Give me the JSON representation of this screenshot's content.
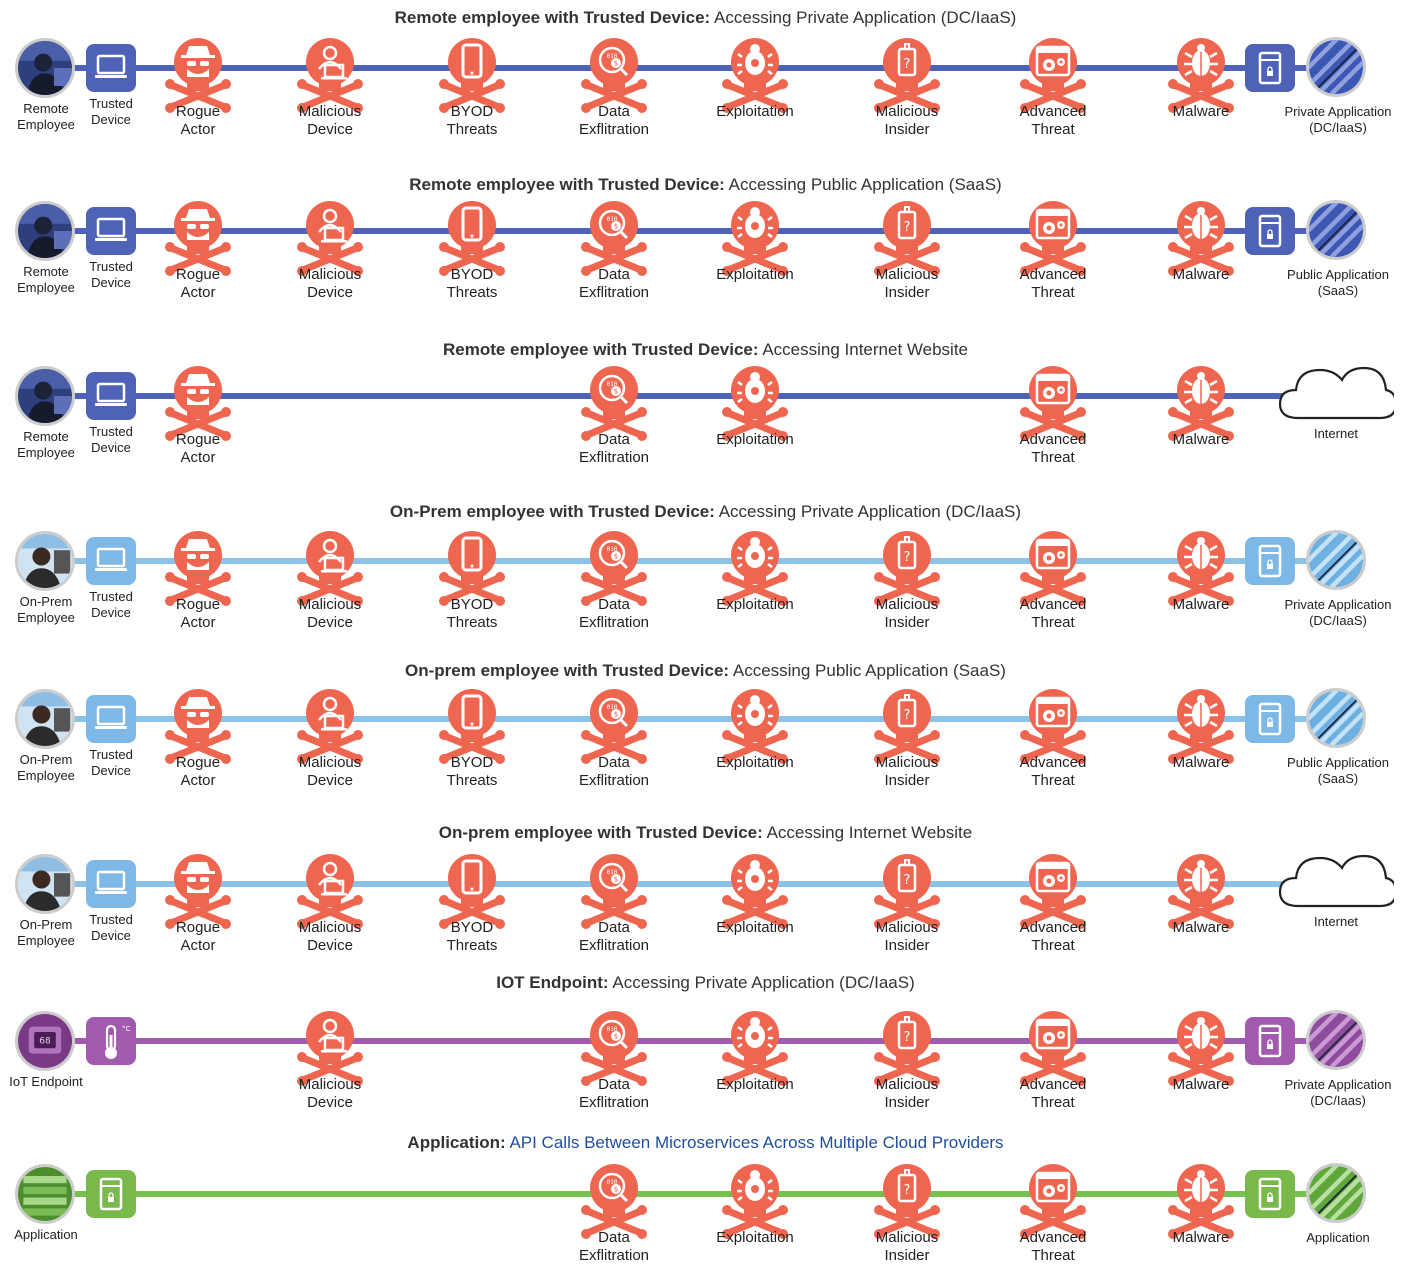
{
  "colors": {
    "threat": "#EE6650",
    "remote_line": "#4E63B8",
    "onprem_line": "#8CC1E8",
    "iot_line": "#A25AAE",
    "app_line": "#79C14E",
    "remote_box": "#4E63B8",
    "onprem_box": "#7DB8E6",
    "iot_box": "#A25AAE",
    "app_box": "#79B84A",
    "title_link": "#1F4E9C"
  },
  "rows": [
    {
      "title_bold": "Remote employee with Trusted Device:",
      "title_rest": "Accessing Private Application (DC/IaaS)",
      "kind": "remote",
      "source": [
        "Remote",
        "Employee"
      ],
      "device": [
        "Trusted",
        "Device"
      ],
      "threats": [
        {
          "icon": "rogue",
          "label": [
            "Rogue",
            "Actor"
          ]
        },
        {
          "icon": "maldev",
          "label": [
            "Malicious",
            "Device"
          ]
        },
        {
          "icon": "byod",
          "label": [
            "BYOD",
            "Threats"
          ]
        },
        {
          "icon": "exfil",
          "label": [
            "Data",
            "Exflitration"
          ]
        },
        {
          "icon": "exploit",
          "label": [
            "Exploitation"
          ]
        },
        {
          "icon": "insider",
          "label": [
            "Malicious",
            "Insider"
          ]
        },
        {
          "icon": "advanced",
          "label": [
            "Advanced",
            "Threat"
          ]
        },
        {
          "icon": "malware",
          "label": [
            "Malware"
          ]
        }
      ],
      "dest": "app",
      "dest_label": [
        "Private Application",
        "(DC/IaaS)"
      ]
    },
    {
      "title_bold": "Remote employee with Trusted Device:",
      "title_rest": "Accessing Public Application (SaaS)",
      "kind": "remote",
      "source": [
        "Remote",
        "Employee"
      ],
      "device": [
        "Trusted",
        "Device"
      ],
      "threats": [
        {
          "icon": "rogue",
          "label": [
            "Rogue",
            "Actor"
          ]
        },
        {
          "icon": "maldev",
          "label": [
            "Malicious",
            "Device"
          ]
        },
        {
          "icon": "byod",
          "label": [
            "BYOD",
            "Threats"
          ]
        },
        {
          "icon": "exfil",
          "label": [
            "Data",
            "Exflitration"
          ]
        },
        {
          "icon": "exploit",
          "label": [
            "Exploitation"
          ]
        },
        {
          "icon": "insider",
          "label": [
            "Malicious",
            "Insider"
          ]
        },
        {
          "icon": "advanced",
          "label": [
            "Advanced",
            "Threat"
          ]
        },
        {
          "icon": "malware",
          "label": [
            "Malware"
          ]
        }
      ],
      "dest": "app",
      "dest_label": [
        "Public Application",
        "(SaaS)"
      ]
    },
    {
      "title_bold": "Remote employee with Trusted Device:",
      "title_rest": "Accessing Internet Website",
      "kind": "remote",
      "source": [
        "Remote",
        "Employee"
      ],
      "device": [
        "Trusted",
        "Device"
      ],
      "threats": [
        {
          "icon": "rogue",
          "label": [
            "Rogue",
            "Actor"
          ]
        },
        {
          "icon": "exfil",
          "label": [
            "Data",
            "Exflitration"
          ]
        },
        {
          "icon": "exploit",
          "label": [
            "Exploitation"
          ]
        },
        {
          "icon": "advanced",
          "label": [
            "Advanced",
            "Threat"
          ]
        },
        {
          "icon": "malware",
          "label": [
            "Malware"
          ]
        }
      ],
      "dest": "cloud",
      "dest_label": [
        "Internet"
      ]
    },
    {
      "title_bold": "On-Prem employee with Trusted Device:",
      "title_rest": "Accessing Private Application (DC/IaaS)",
      "kind": "onprem",
      "source": [
        "On-Prem",
        "Employee"
      ],
      "device": [
        "Trusted",
        "Device"
      ],
      "threats": [
        {
          "icon": "rogue",
          "label": [
            "Rogue",
            "Actor"
          ]
        },
        {
          "icon": "maldev",
          "label": [
            "Malicious",
            "Device"
          ]
        },
        {
          "icon": "byod",
          "label": [
            "BYOD",
            "Threats"
          ]
        },
        {
          "icon": "exfil",
          "label": [
            "Data",
            "Exflitration"
          ]
        },
        {
          "icon": "exploit",
          "label": [
            "Exploitation"
          ]
        },
        {
          "icon": "insider",
          "label": [
            "Malicious",
            "Insider"
          ]
        },
        {
          "icon": "advanced",
          "label": [
            "Advanced",
            "Threat"
          ]
        },
        {
          "icon": "malware",
          "label": [
            "Malware"
          ]
        }
      ],
      "dest": "app",
      "dest_label": [
        "Private Application",
        "(DC/IaaS)"
      ]
    },
    {
      "title_bold": "On-prem employee with Trusted Device:",
      "title_rest": "Accessing Public Application (SaaS)",
      "kind": "onprem",
      "source": [
        "On-Prem",
        "Employee"
      ],
      "device": [
        "Trusted",
        "Device"
      ],
      "threats": [
        {
          "icon": "rogue",
          "label": [
            "Rogue",
            "Actor"
          ]
        },
        {
          "icon": "maldev",
          "label": [
            "Malicious",
            "Device"
          ]
        },
        {
          "icon": "byod",
          "label": [
            "BYOD",
            "Threats"
          ]
        },
        {
          "icon": "exfil",
          "label": [
            "Data",
            "Exflitration"
          ]
        },
        {
          "icon": "exploit",
          "label": [
            "Exploitation"
          ]
        },
        {
          "icon": "insider",
          "label": [
            "Malicious",
            "Insider"
          ]
        },
        {
          "icon": "advanced",
          "label": [
            "Advanced",
            "Threat"
          ]
        },
        {
          "icon": "malware",
          "label": [
            "Malware"
          ]
        }
      ],
      "dest": "app",
      "dest_label": [
        "Public Application",
        "(SaaS)"
      ]
    },
    {
      "title_bold": "On-prem employee with Trusted Device:",
      "title_rest": "Accessing Internet Website",
      "kind": "onprem",
      "source": [
        "On-Prem",
        "Employee"
      ],
      "device": [
        "Trusted",
        "Device"
      ],
      "threats": [
        {
          "icon": "rogue",
          "label": [
            "Rogue",
            "Actor"
          ]
        },
        {
          "icon": "maldev",
          "label": [
            "Malicious",
            "Device"
          ]
        },
        {
          "icon": "byod",
          "label": [
            "BYOD",
            "Threats"
          ]
        },
        {
          "icon": "exfil",
          "label": [
            "Data",
            "Exflitration"
          ]
        },
        {
          "icon": "exploit",
          "label": [
            "Exploitation"
          ]
        },
        {
          "icon": "insider",
          "label": [
            "Malicious",
            "Insider"
          ]
        },
        {
          "icon": "advanced",
          "label": [
            "Advanced",
            "Threat"
          ]
        },
        {
          "icon": "malware",
          "label": [
            "Malware"
          ]
        }
      ],
      "dest": "cloud",
      "dest_label": [
        "Internet"
      ]
    },
    {
      "title_bold": "IOT Endpoint:",
      "title_rest": "Accessing Private Application (DC/IaaS)",
      "kind": "iot",
      "source": [
        "IoT Endpoint"
      ],
      "device": [],
      "threats": [
        {
          "icon": "maldev",
          "label": [
            "Malicious",
            "Device"
          ]
        },
        {
          "icon": "exfil",
          "label": [
            "Data",
            "Exflitration"
          ]
        },
        {
          "icon": "exploit",
          "label": [
            "Exploitation"
          ]
        },
        {
          "icon": "insider",
          "label": [
            "Malicious",
            "Insider"
          ]
        },
        {
          "icon": "advanced",
          "label": [
            "Advanced",
            "Threat"
          ]
        },
        {
          "icon": "malware",
          "label": [
            "Malware"
          ]
        }
      ],
      "dest": "app",
      "dest_label": [
        "Private Application",
        "(DC/Iaas)"
      ]
    },
    {
      "title_bold": "Application:",
      "title_rest": "API Calls Between Microservices Across Multiple Cloud Providers",
      "kind": "app",
      "source": [
        "Application"
      ],
      "device": [],
      "threats": [
        {
          "icon": "exfil",
          "label": [
            "Data",
            "Exflitration"
          ]
        },
        {
          "icon": "exploit",
          "label": [
            "Exploitation"
          ]
        },
        {
          "icon": "insider",
          "label": [
            "Malicious",
            "Insider"
          ]
        },
        {
          "icon": "advanced",
          "label": [
            "Advanced",
            "Threat"
          ]
        },
        {
          "icon": "malware",
          "label": [
            "Malware"
          ]
        }
      ],
      "dest": "app",
      "dest_label": [
        "Application"
      ]
    }
  ]
}
